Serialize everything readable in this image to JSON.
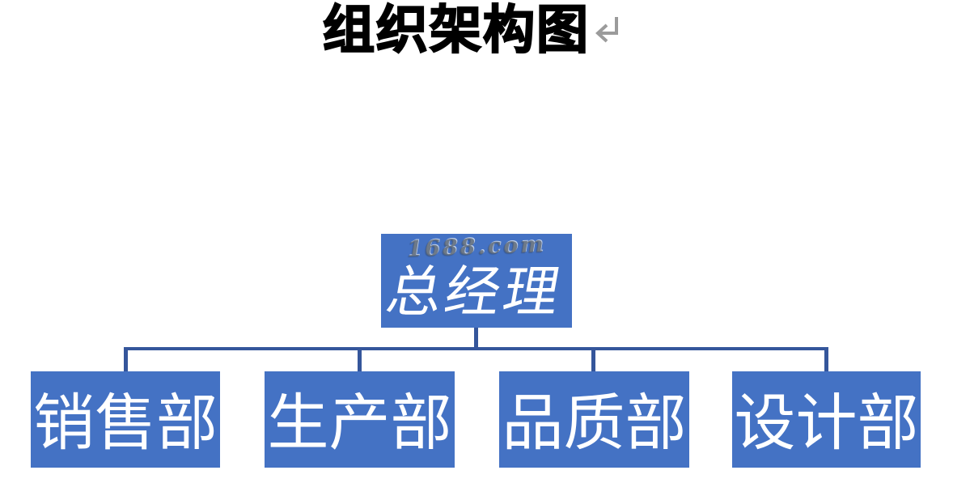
{
  "document": {
    "title": "组织架构图",
    "paragraph_mark_icon": "return-arrow"
  },
  "watermark": {
    "text": "1688.com"
  },
  "org_chart": {
    "root": {
      "id": "general-manager",
      "label": "总经理"
    },
    "departments": [
      {
        "id": "sales-dept",
        "label": "销售部"
      },
      {
        "id": "production-dept",
        "label": "生产部"
      },
      {
        "id": "quality-dept",
        "label": "品质部"
      },
      {
        "id": "design-dept",
        "label": "设计部"
      }
    ]
  },
  "colors": {
    "node_fill": "#4472C4",
    "node_text": "#FFFFFF",
    "connector": "#35569B",
    "title_text": "#000000",
    "paragraph_mark": "#9B9B9B",
    "watermark_text": "#606C7A"
  }
}
